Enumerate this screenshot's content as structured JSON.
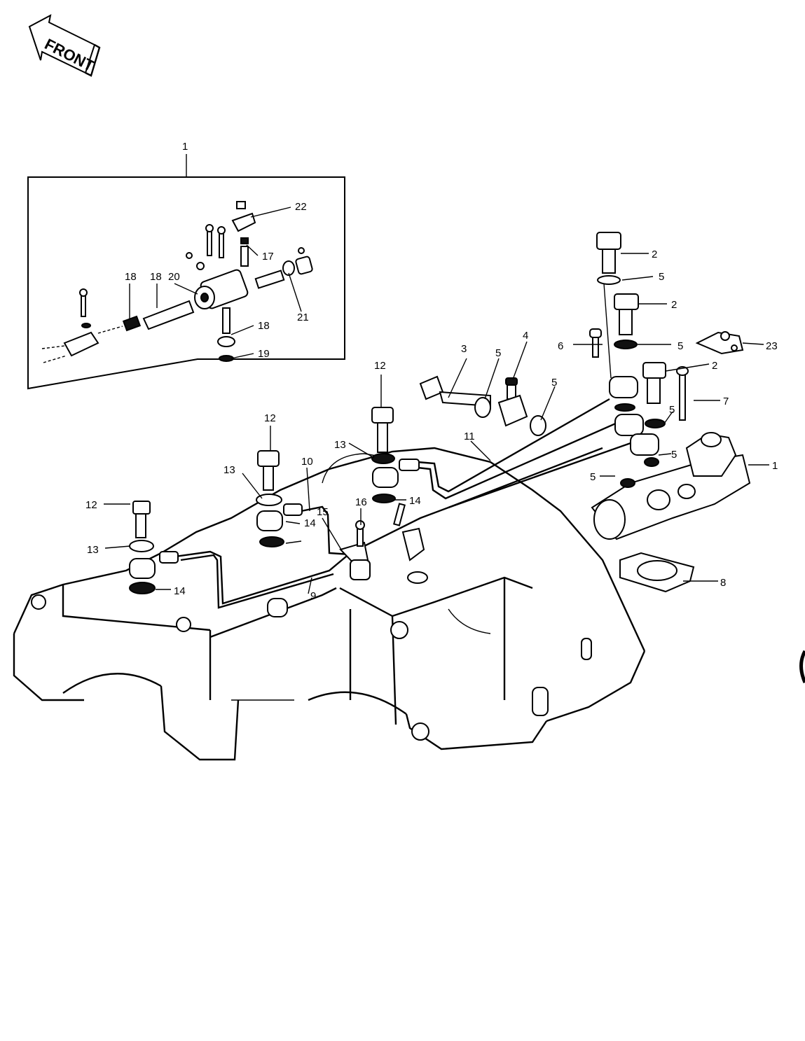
{
  "orientation": {
    "arrow_label": "FRONT"
  },
  "inset": {
    "assembly_callout": "1"
  },
  "callouts": {
    "c1_inset": "1",
    "c2_a": "2",
    "c2_b": "2",
    "c2_c": "2",
    "c3": "3",
    "c4": "4",
    "c5_a": "5",
    "c5_b": "5",
    "c5_c": "5",
    "c5_d": "5",
    "c5_e": "5",
    "c5_f": "5",
    "c5_g": "5",
    "c6": "6",
    "c7": "7",
    "c8": "8",
    "c9": "9",
    "c10": "10",
    "c11": "11",
    "c1_pump": "1",
    "c12_a": "12",
    "c12_b": "12",
    "c12_c": "12",
    "c13_a": "13",
    "c13_b": "13",
    "c13_c": "13",
    "c14_a": "14",
    "c14_b": "14",
    "c14_c": "14",
    "c15": "15",
    "c16": "16",
    "c17": "17",
    "c18_a": "18",
    "c18_b": "18",
    "c18_c": "18",
    "c19": "19",
    "c20": "20",
    "c21": "21",
    "c22": "22",
    "c23": "23"
  }
}
